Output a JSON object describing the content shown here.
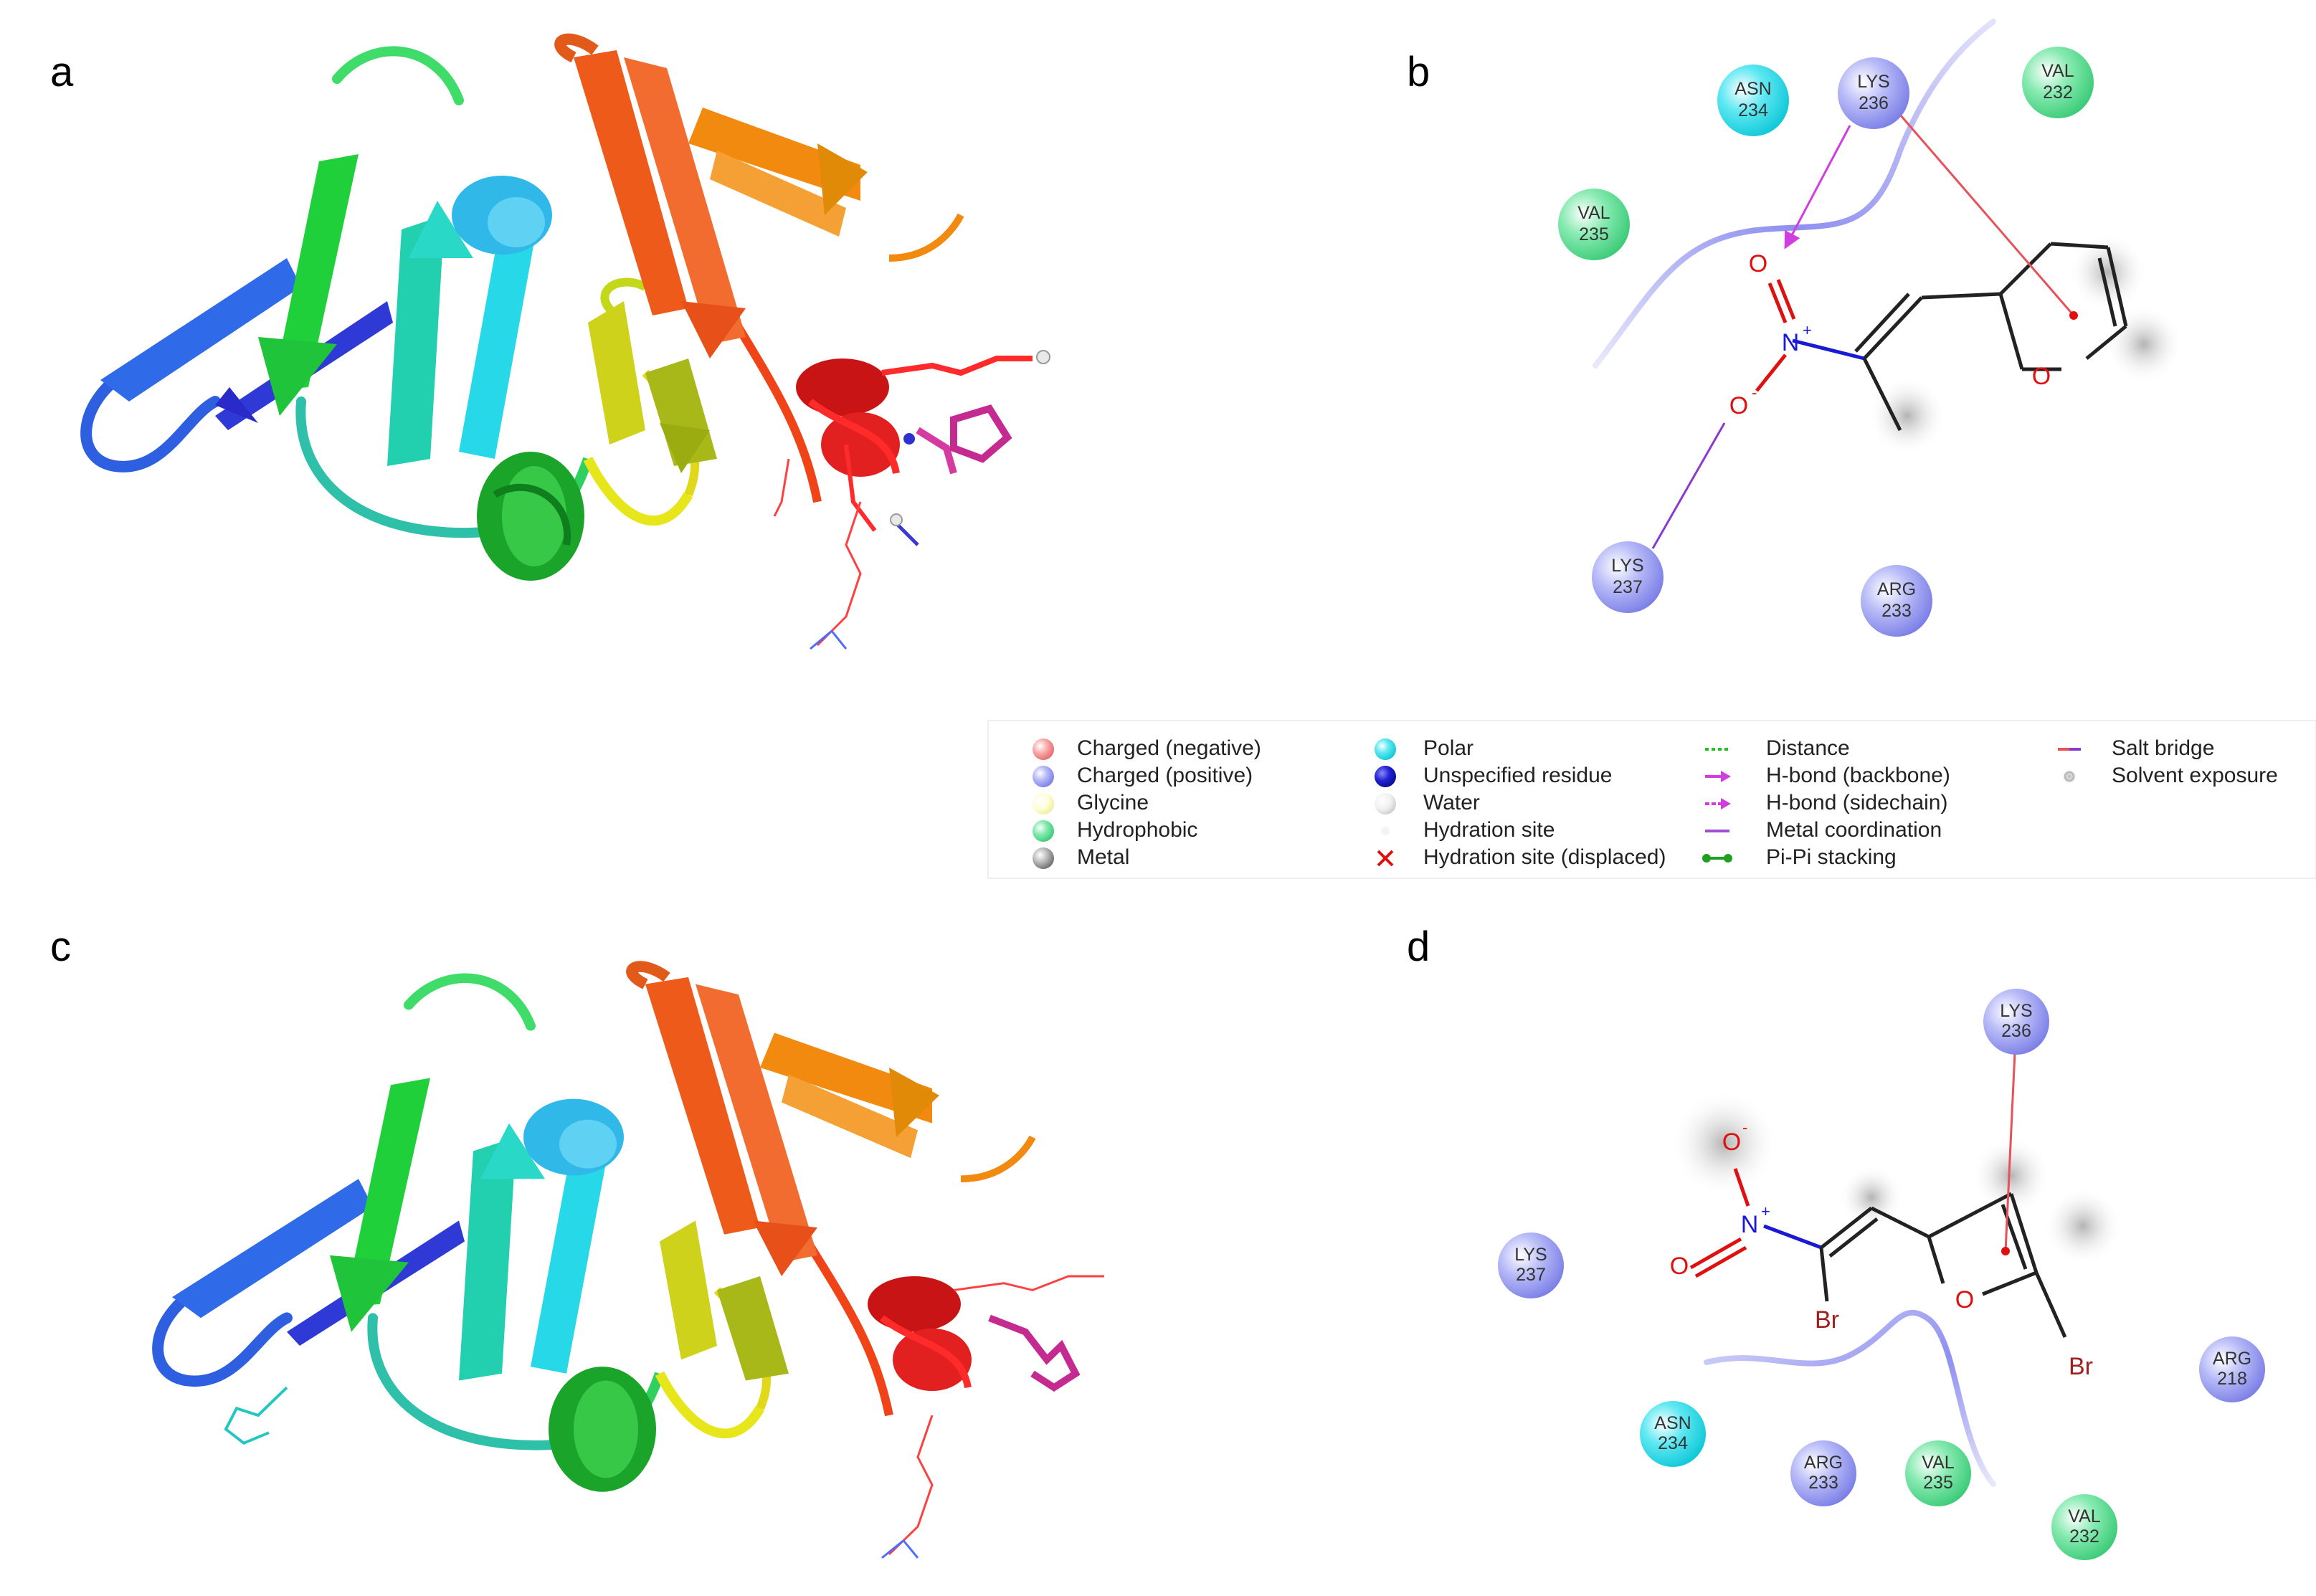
{
  "panels": {
    "a": {
      "letter": "a"
    },
    "b": {
      "letter": "b"
    },
    "c": {
      "letter": "c"
    },
    "d": {
      "letter": "d"
    }
  },
  "panel_b": {
    "residues": [
      {
        "id": "b-asn234",
        "name": "ASN",
        "num": "234",
        "type": "polar"
      },
      {
        "id": "b-lys236",
        "name": "LYS",
        "num": "236",
        "type": "positive"
      },
      {
        "id": "b-val232",
        "name": "VAL",
        "num": "232",
        "type": "hydrophobic"
      },
      {
        "id": "b-val235",
        "name": "VAL",
        "num": "235",
        "type": "hydrophobic"
      },
      {
        "id": "b-lys237",
        "name": "LYS",
        "num": "237",
        "type": "positive"
      },
      {
        "id": "b-arg233",
        "name": "ARG",
        "num": "233",
        "type": "positive"
      }
    ],
    "atoms": {
      "o_top": "O",
      "n": "N",
      "n_charge": "+",
      "o_minus": "O",
      "o_minus_charge": "-",
      "o_ring": "O"
    }
  },
  "panel_d": {
    "residues": [
      {
        "id": "d-lys236",
        "name": "LYS",
        "num": "236",
        "type": "positive"
      },
      {
        "id": "d-lys237",
        "name": "LYS",
        "num": "237",
        "type": "positive"
      },
      {
        "id": "d-arg218",
        "name": "ARG",
        "num": "218",
        "type": "positive"
      },
      {
        "id": "d-asn234",
        "name": "ASN",
        "num": "234",
        "type": "polar"
      },
      {
        "id": "d-arg233",
        "name": "ARG",
        "num": "233",
        "type": "positive"
      },
      {
        "id": "d-val235",
        "name": "VAL",
        "num": "235",
        "type": "hydrophobic"
      },
      {
        "id": "d-val232",
        "name": "VAL",
        "num": "232",
        "type": "hydrophobic"
      }
    ],
    "atoms": {
      "o_minus": "O",
      "o_minus_charge": "-",
      "n": "N",
      "n_charge": "+",
      "o_left": "O",
      "br1": "Br",
      "o_ring": "O",
      "br2": "Br"
    }
  },
  "legend": {
    "col1": [
      "Charged (negative)",
      "Charged (positive)",
      "Glycine",
      "Hydrophobic",
      "Metal"
    ],
    "col2": [
      "Polar",
      "Unspecified residue",
      "Water",
      "Hydration site",
      "Hydration site (displaced)"
    ],
    "col3": [
      "Distance",
      "H-bond (backbone)",
      "H-bond (sidechain)",
      "Metal coordination",
      "Pi-Pi stacking"
    ],
    "col4": [
      "Salt bridge",
      "Solvent exposure"
    ]
  },
  "colors": {
    "positive": "#a9acf5",
    "polar": "#3fe0f0",
    "hydrophobic": "#6fe39a",
    "negative": "#f59a9a",
    "salt_bridge": "#e8505a",
    "hbond": "#d23de0",
    "nitrogen": "#1a1ad6",
    "oxygen": "#e01010",
    "bromine": "#a02020",
    "pocket": "#8f8ff0"
  }
}
